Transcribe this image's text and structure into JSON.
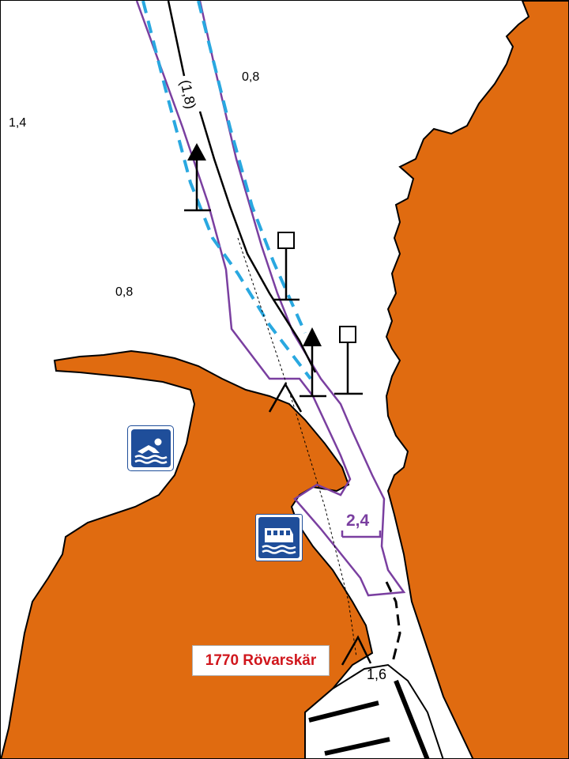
{
  "map": {
    "colors": {
      "land": "#e06b10",
      "water": "#ffffff",
      "fairway_boundary": "#7a3fa0",
      "leading_line": "#29a8e0",
      "label_red": "#d0161c",
      "icon_blue": "#1f4e9a"
    },
    "soundings": {
      "top_left": "1,4",
      "top_mid": "0,8",
      "left_mid": "0,8",
      "channel_depth": "(1,8)",
      "bottom_channel": "1,6"
    },
    "dredged_depth": "2,4",
    "place_label": "1770 Rövarskär",
    "icons": {
      "swimming": "swimming-icon",
      "boat": "passenger-boat-icon"
    }
  }
}
